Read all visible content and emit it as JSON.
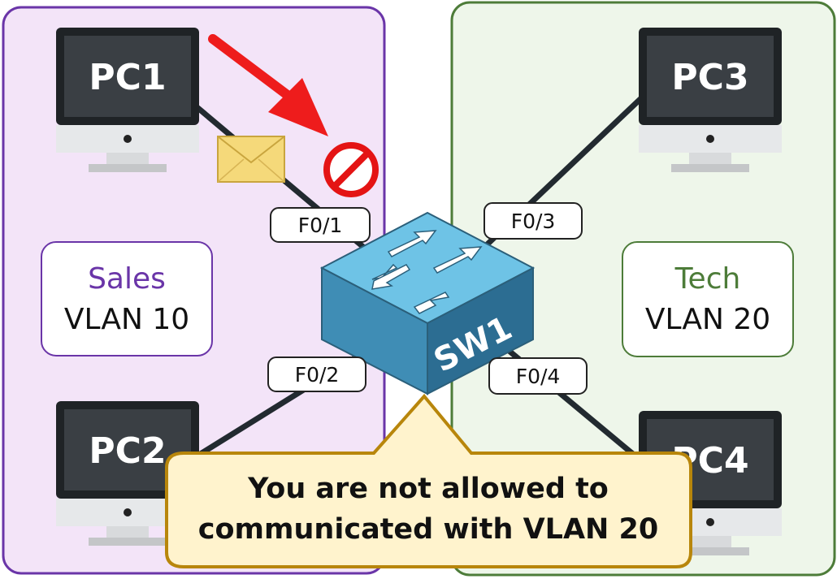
{
  "pcs": {
    "pc1": "PC1",
    "pc2": "PC2",
    "pc3": "PC3",
    "pc4": "PC4"
  },
  "ports": {
    "p1": "F0/1",
    "p2": "F0/2",
    "p3": "F0/3",
    "p4": "F0/4"
  },
  "switch": {
    "label": "SW1"
  },
  "zones": {
    "sales": {
      "name": "Sales",
      "vlan": "VLAN 10",
      "color": "#6a35a8",
      "fill": "#f3e4f8"
    },
    "tech": {
      "name": "Tech",
      "vlan": "VLAN 20",
      "color": "#4d7c39",
      "fill": "#eef6ea"
    }
  },
  "callout": {
    "line1": "You are not allowed to",
    "line2": "communicated with VLAN 20"
  },
  "icons": [
    "arrow-icon",
    "envelope-icon",
    "no-entry-icon",
    "switch-icon",
    "monitor-icon"
  ],
  "colors": {
    "arrow": "#ee1c1c",
    "cable": "#222a30",
    "callout_fill": "#fff3cd",
    "callout_border": "#b8860b"
  }
}
